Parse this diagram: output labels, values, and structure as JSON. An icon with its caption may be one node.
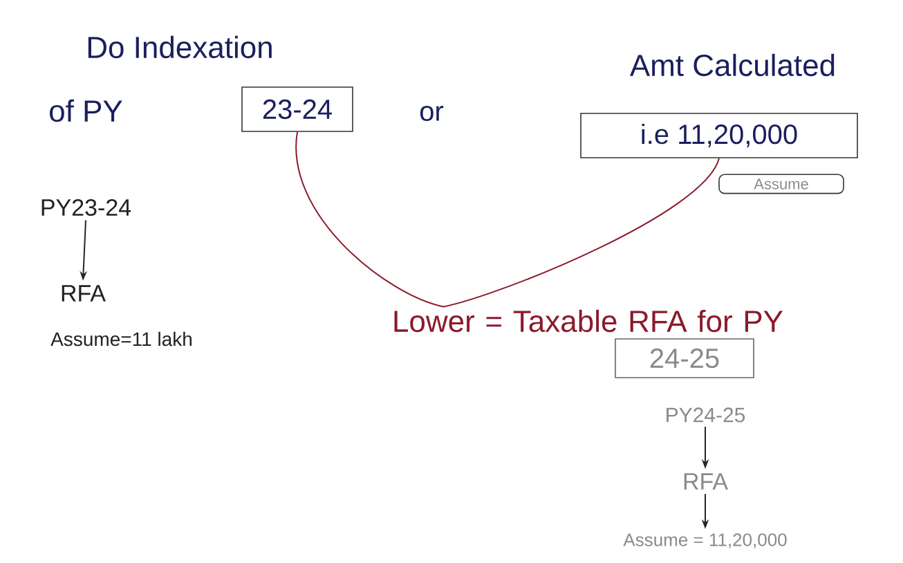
{
  "diagram": {
    "nodes": [
      {
        "text": [
          "23-24"
        ]
      },
      {
        "text": [
          "i.e 11,20,000"
        ]
      },
      {
        "text": [
          "Assume"
        ]
      },
      {
        "text": [
          "Lower = Taxable RFA for PY"
        ]
      },
      {
        "text": [
          "24-25"
        ]
      },
      {
        "text": [
          "PY23-24"
        ]
      },
      {
        "text": [
          "RFA"
        ]
      },
      {
        "text": [
          "Assume=11 lakh"
        ]
      },
      {
        "text": [
          "PY24-25"
        ]
      },
      {
        "text": [
          "RFA"
        ]
      },
      {
        "text": [
          "Assume = 11,20,000"
        ]
      }
    ],
    "edges": [
      {
        "from": 0,
        "to": 3,
        "arrow": "none",
        "color": "#8b1a2b"
      },
      {
        "from": 1,
        "to": 3,
        "arrow": "none",
        "color": "#8b1a2b"
      },
      {
        "from": 5,
        "to": 6,
        "arrow": "to"
      },
      {
        "from": 8,
        "to": 9,
        "arrow": "to"
      },
      {
        "from": 9,
        "to": 10,
        "arrow": "to"
      }
    ],
    "labels": [
      "Do Indexation",
      "of PY",
      "or",
      "Amt Calculated"
    ]
  }
}
